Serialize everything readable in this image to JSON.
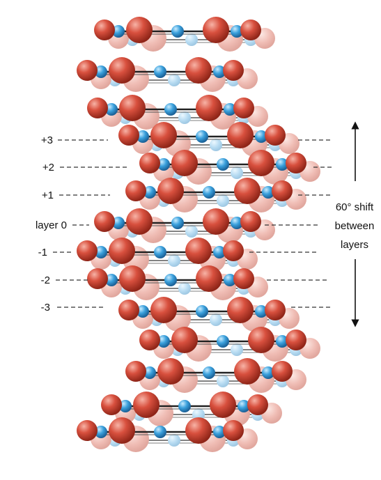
{
  "diagram": {
    "layer_labels": [
      "+3",
      "+2",
      "+1",
      "layer 0",
      "-1",
      "-2",
      "-3"
    ],
    "shift_text": [
      "60° shift",
      "between",
      "layers"
    ],
    "colors": {
      "big_atom": "#d8503e",
      "big_atom_faded": "#eba79c",
      "small_atom": "#3aa0dc",
      "small_atom_faded": "#9fd0ee",
      "bond": "#222222"
    }
  }
}
